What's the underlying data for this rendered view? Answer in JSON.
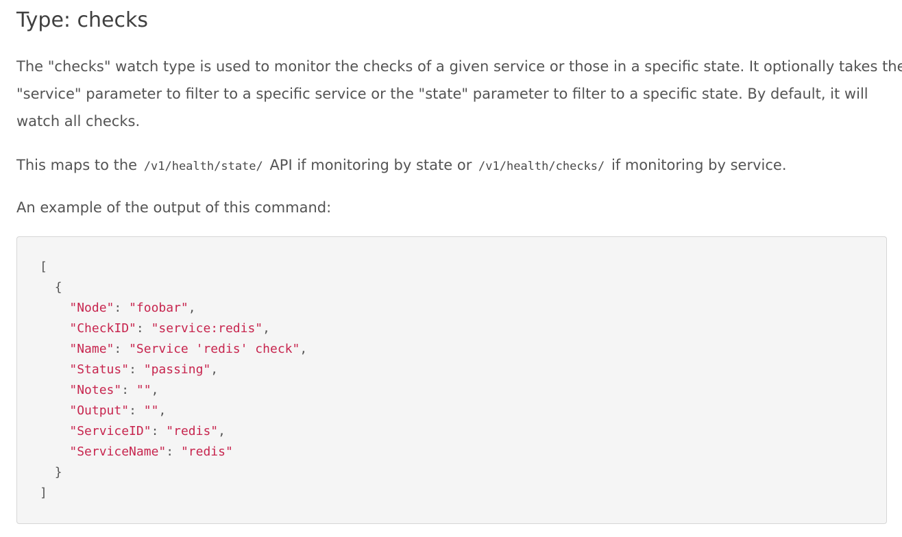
{
  "heading": "Type: checks",
  "paragraph1": {
    "lines": [
      "The \"checks\" watch type is used to monitor the checks of a given service or those in a specific state. It optionally takes the",
      "\"service\" parameter to filter to a specific service or the \"state\" parameter to filter to a specific state. By default, it will",
      "watch all checks."
    ]
  },
  "paragraph2": {
    "prefix": "This maps to the ",
    "code1": "/v1/health/state/",
    "middle": " API if monitoring by state or ",
    "code2": "/v1/health/checks/",
    "suffix": " if monitoring by service."
  },
  "paragraph3": "An example of the output of this command:",
  "code_example": {
    "open_bracket": "[",
    "open_brace": "{",
    "entries": [
      {
        "key": "\"Node\"",
        "value": "\"foobar\"",
        "comma": ","
      },
      {
        "key": "\"CheckID\"",
        "value": "\"service:redis\"",
        "comma": ","
      },
      {
        "key": "\"Name\"",
        "value": "\"Service 'redis' check\"",
        "comma": ","
      },
      {
        "key": "\"Status\"",
        "value": "\"passing\"",
        "comma": ","
      },
      {
        "key": "\"Notes\"",
        "value": "\"\"",
        "comma": ","
      },
      {
        "key": "\"Output\"",
        "value": "\"\"",
        "comma": ","
      },
      {
        "key": "\"ServiceID\"",
        "value": "\"redis\"",
        "comma": ","
      },
      {
        "key": "\"ServiceName\"",
        "value": "\"redis\"",
        "comma": ""
      }
    ],
    "close_brace": "}",
    "close_bracket": "]"
  }
}
